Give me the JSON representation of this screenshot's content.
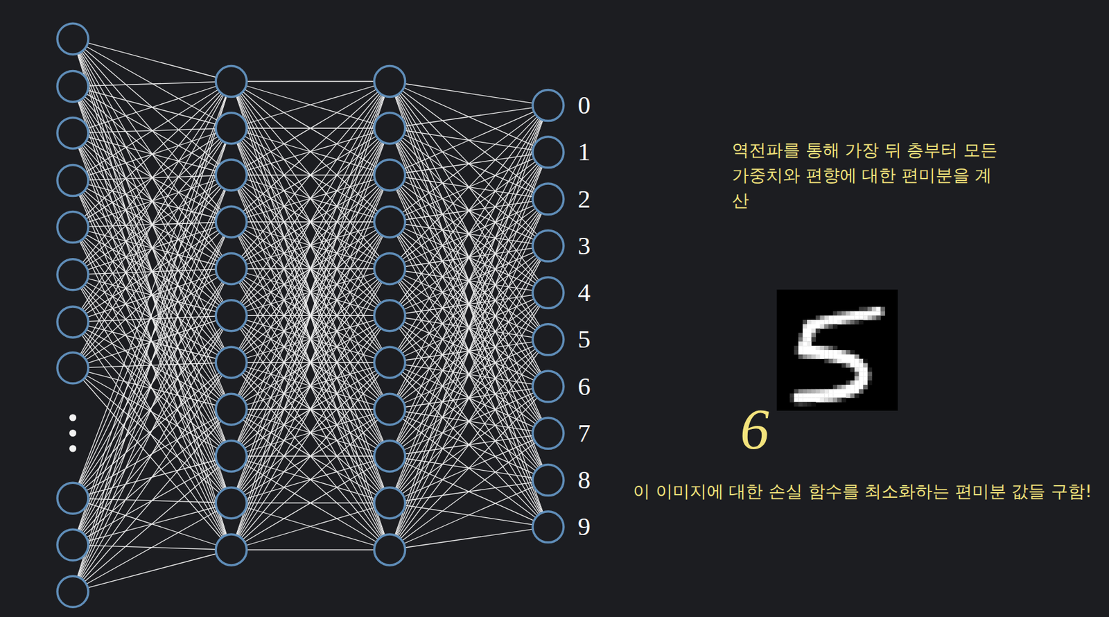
{
  "diagram": {
    "labels": [
      "0",
      "1",
      "2",
      "3",
      "4",
      "5",
      "6",
      "7",
      "8",
      "9",
      "역전파를 통해 가장 뒤 층부터 모든 가중치와 편향에 대한 편미분을 계산",
      "6",
      "이 이미지에 대한 손실 함수를 최소화하는 편미분 값들 구함!"
    ]
  }
}
